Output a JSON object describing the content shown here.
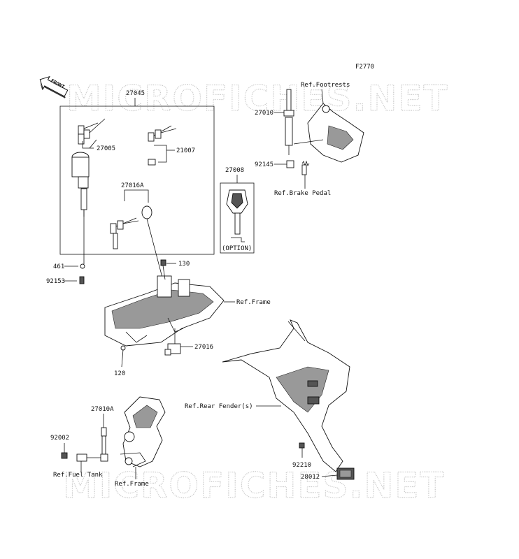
{
  "diagram_code": "F2770",
  "front_label": "FRONT",
  "watermark": "MICROFICHES.NET",
  "option_label": "(OPTION)",
  "callouts": {
    "p27045": "27045",
    "p27005": "27005",
    "p21007": "21007",
    "p27016A": "27016A",
    "p27008": "27008",
    "p27010": "27010",
    "p92145": "92145",
    "p461": "461",
    "p92153": "92153",
    "p130": "130",
    "p27016": "27016",
    "p120": "120",
    "p27010A": "27010A",
    "p92002": "92002",
    "p92210": "92210",
    "p28012": "28012"
  },
  "references": {
    "footrests": "Ref.Footrests",
    "brake_pedal": "Ref.Brake Pedal",
    "frame_top": "Ref.Frame",
    "rear_fender": "Ref.Rear Fender(s)",
    "fuel_tank": "Ref.Fuel Tank",
    "frame_bottom": "Ref.Frame"
  }
}
